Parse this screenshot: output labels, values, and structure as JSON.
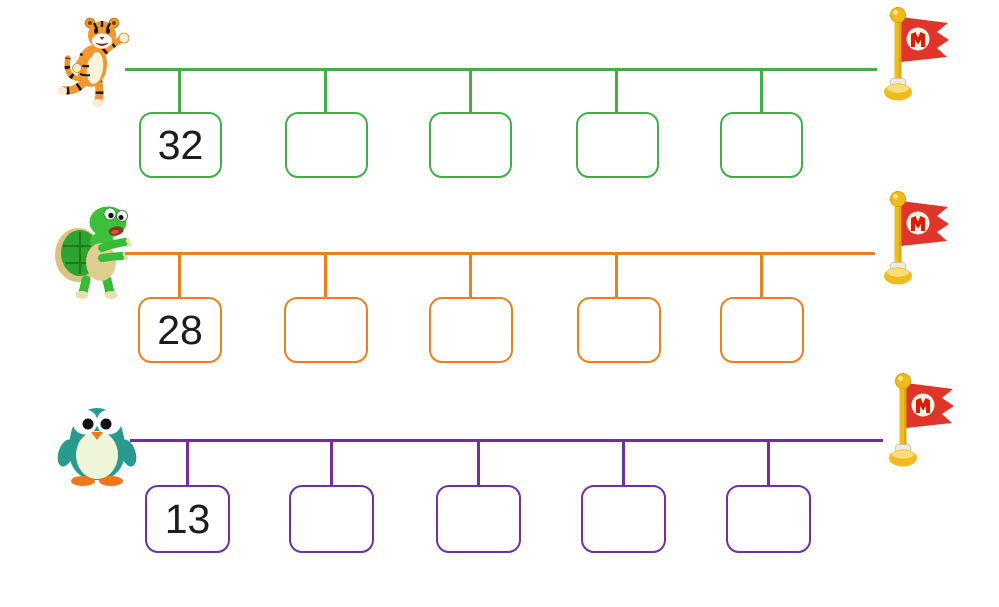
{
  "worksheet": {
    "background_color": "#ffffff",
    "text_color": "#1c1c1c",
    "rows": [
      {
        "name": "tiger-number-line",
        "character_icon": "tiger-icon",
        "flag_icon": "mario-goal-flag-icon",
        "line_color": "#43ad49",
        "given_value": "32",
        "boxes": [
          {
            "value": "32",
            "editable": false
          },
          {
            "value": "",
            "editable": true
          },
          {
            "value": "",
            "editable": true
          },
          {
            "value": "",
            "editable": true
          },
          {
            "value": "",
            "editable": true
          }
        ]
      },
      {
        "name": "turtle-number-line",
        "character_icon": "turtle-icon",
        "flag_icon": "mario-goal-flag-icon",
        "line_color": "#e8811f",
        "given_value": "28",
        "boxes": [
          {
            "value": "28",
            "editable": false
          },
          {
            "value": "",
            "editable": true
          },
          {
            "value": "",
            "editable": true
          },
          {
            "value": "",
            "editable": true
          },
          {
            "value": "",
            "editable": true
          }
        ]
      },
      {
        "name": "penguin-number-line",
        "character_icon": "penguin-icon",
        "flag_icon": "mario-goal-flag-icon",
        "line_color": "#7030a0",
        "given_value": "13",
        "boxes": [
          {
            "value": "13",
            "editable": false
          },
          {
            "value": "",
            "editable": true
          },
          {
            "value": "",
            "editable": true
          },
          {
            "value": "",
            "editable": true
          },
          {
            "value": "",
            "editable": true
          }
        ]
      }
    ],
    "flag": {
      "emblem_letter": "M",
      "banner_color": "#e0352a",
      "emblem_circle_color": "#f5f2e6",
      "pole_color": "#f2bb1d"
    },
    "character_colors": {
      "tiger": "#f2982f",
      "turtle": "#3cc13c",
      "penguin_body": "#2a9a8f",
      "penguin_belly": "#eff5d9",
      "penguin_accent": "#f07818"
    }
  }
}
